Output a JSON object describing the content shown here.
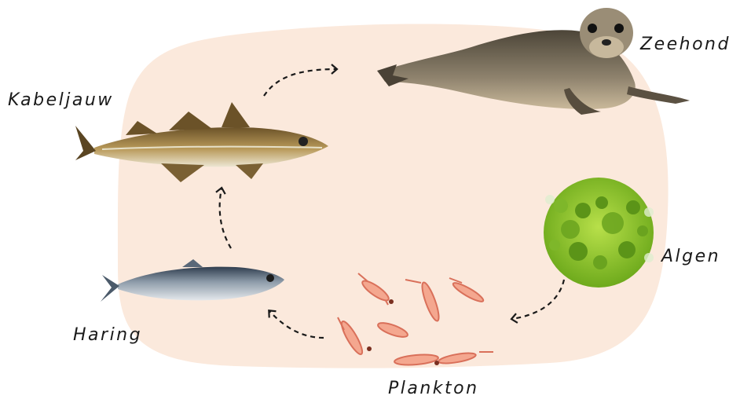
{
  "diagram": {
    "organisms": [
      {
        "id": "zeehond",
        "label": "Zeehond"
      },
      {
        "id": "kabeljauw",
        "label": "Kabeljauw"
      },
      {
        "id": "haring",
        "label": "Haring"
      },
      {
        "id": "plankton",
        "label": "Plankton"
      },
      {
        "id": "algen",
        "label": "Algen"
      }
    ],
    "arrows": [
      {
        "from": "algen",
        "to": "plankton"
      },
      {
        "from": "plankton",
        "to": "haring"
      },
      {
        "from": "haring",
        "to": "kabeljauw"
      },
      {
        "from": "kabeljauw",
        "to": "zeehond"
      }
    ],
    "colors": {
      "background_blob": "#fbe9dc",
      "arrow": "#1a1a1a",
      "seal": "#6f6556",
      "cod": "#8a6a36",
      "herring": "#8d9aa8",
      "plankton": "#e88a72",
      "algae": "#86c42a"
    }
  }
}
